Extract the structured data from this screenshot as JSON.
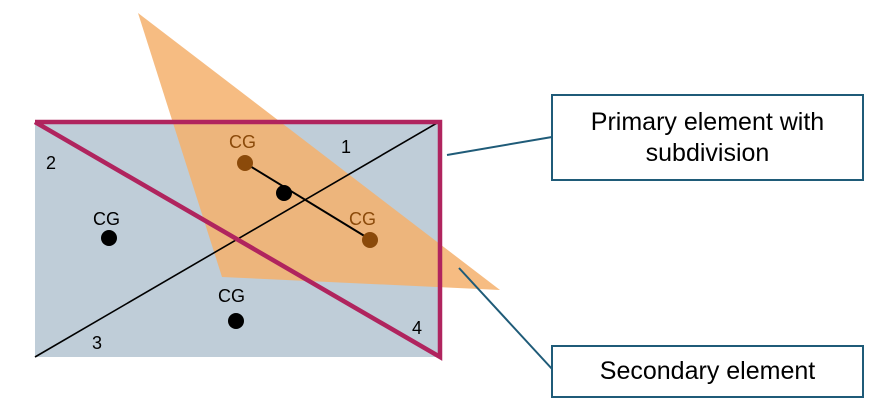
{
  "colors": {
    "primary_fill": "#bfcdd8",
    "secondary_fill": "#f4b06c",
    "overlap_fill": "#dc9b62",
    "outline": "#b0245e",
    "leader": "#1f5b78",
    "cg_secondary": "#8b4a0a"
  },
  "labels": {
    "sub1": "1",
    "sub2": "2",
    "sub3": "3",
    "sub4": "4",
    "cg_left": "CG",
    "cg_bottom": "CG",
    "cg_orange_top": "CG",
    "cg_orange_right": "CG"
  },
  "callouts": {
    "primary": "Primary element with subdivision",
    "secondary": "Secondary element"
  }
}
